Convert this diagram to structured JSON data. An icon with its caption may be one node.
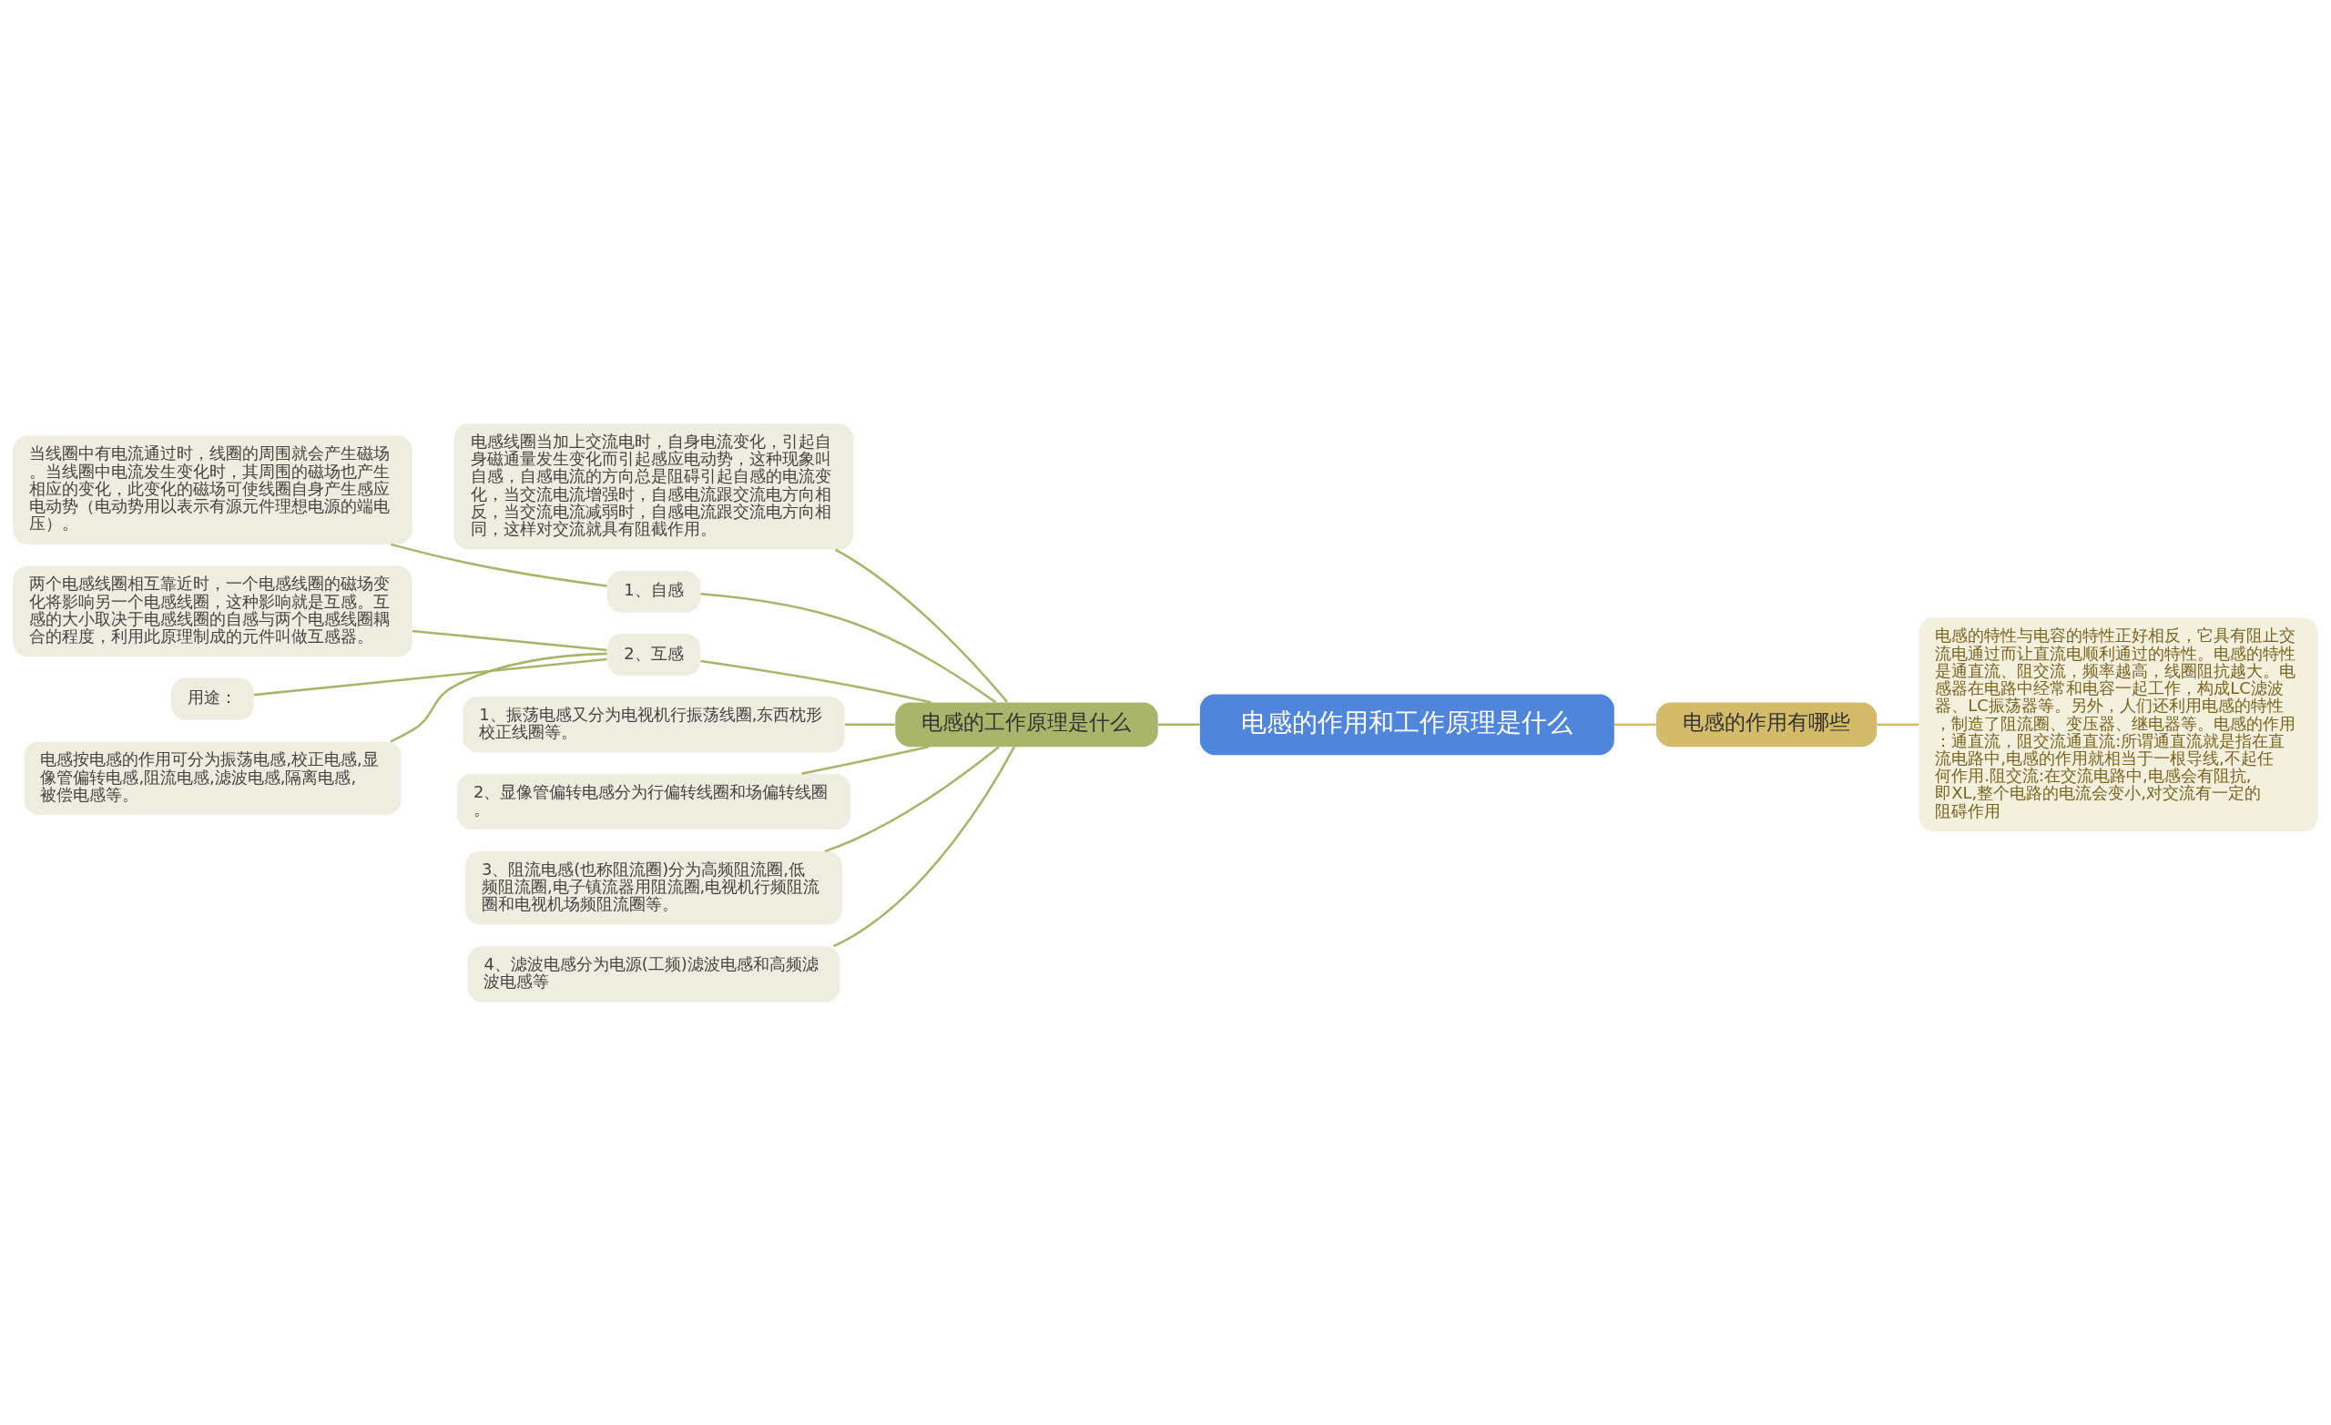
{
  "diagram": {
    "nodes": [
      {
        "text": [
          "电感的作用和工作原理是什么"
        ]
      },
      {
        "text": [
          "电感的工作原理是什么"
        ]
      },
      {
        "text": [
          "电感线圈当加上交流电时，自身电流变化，引起自身磁通量发生变化而引起感应电动势，这种现象叫自感，自感电流的方向总是阻碍引起自感的电流变化，当交流电流增强时，自感电流跟交流电方向相反，当交流电流减弱时，自感电流跟交流电方向相同，这样对交流就具有阻截作用。"
        ]
      },
      {
        "text": [
          "1、自感"
        ]
      },
      {
        "text": [
          "当线圈中有电流通过时，线圈的周围就会产生磁场。当线圈中电流发生变化时，其周围的磁场也产生相应的变化，此变化的磁场可使线圈自身产生感应电动势（电动势用以表示有源元件理想电源的端电压）。"
        ]
      },
      {
        "text": [
          "2、互感"
        ]
      },
      {
        "text": [
          "两个电感线圈相互靠近时，一个电感线圈的磁场变化将影响另一个电感线圈，这种影响就是互感。互感的大小取决于电感线圈的自感与两个电感线圈耦合的程度，利用此原理制成的元件叫做互感器。"
        ]
      },
      {
        "text": [
          "用途："
        ]
      },
      {
        "text": [
          "电感按电感的作用可分为振荡电感,校正电感,显像管偏转电感,阻流电感,滤波电感,隔离电感,被偿电感等。"
        ]
      },
      {
        "text": [
          "1、振荡电感又分为电视机行振荡线圈,东西枕形校正线圈等。"
        ]
      },
      {
        "text": [
          "2、显像管偏转电感分为行偏转线圈和场偏转线圈。"
        ]
      },
      {
        "text": [
          "3、阻流电感(也称阻流圈)分为高频阻流圈,低频阻流圈,电子镇流器用阻流圈,电视机行频阻流圈和电视机场频阻流圈等。"
        ]
      },
      {
        "text": [
          "4、滤波电感分为电源(工频)滤波电感和高频滤波电感等"
        ]
      },
      {
        "text": [
          "电感的作用有哪些"
        ]
      },
      {
        "text": [
          "电感的特性与电容的特性正好相反，它具有阻止交流电通过而让直流电顺利通过的特性。电感的特性是通直流、阻交流，频率越高，线圈阻抗越大。电感器在电路中经常和电容一起工作，构成LC滤波器、LC振荡器等。另外，人们还利用电感的特性，制造了阻流圈、变压器、继电器等。电感的作用：通直流，阻交流通直流:所谓通直流就是指在直流电路中,电感的作用就相当于一根导线,不起任何作用.阻交流:在交流电路中,电感会有阻抗,即XL,整个电路的电流会变小,对交流有一定的阻碍作用"
        ]
      }
    ],
    "edges": [
      {
        "from": 1,
        "to": 0,
        "arrow": "none"
      },
      {
        "from": 2,
        "to": 1,
        "arrow": "none"
      },
      {
        "from": 3,
        "to": 1,
        "arrow": "none"
      },
      {
        "from": 4,
        "to": 3,
        "arrow": "none"
      },
      {
        "from": 5,
        "to": 1,
        "arrow": "none"
      },
      {
        "from": 6,
        "to": 5,
        "arrow": "none"
      },
      {
        "from": 7,
        "to": 5,
        "arrow": "none"
      },
      {
        "from": 8,
        "to": 5,
        "arrow": "none"
      },
      {
        "from": 9,
        "to": 1,
        "arrow": "none"
      },
      {
        "from": 10,
        "to": 1,
        "arrow": "none"
      },
      {
        "from": 11,
        "to": 1,
        "arrow": "none"
      },
      {
        "from": 12,
        "to": 1,
        "arrow": "none"
      },
      {
        "from": 0,
        "to": 13,
        "arrow": "none",
        "color": "#d4bb6a"
      },
      {
        "from": 13,
        "to": 14,
        "arrow": "none",
        "color": "#d4bb6a"
      }
    ]
  }
}
